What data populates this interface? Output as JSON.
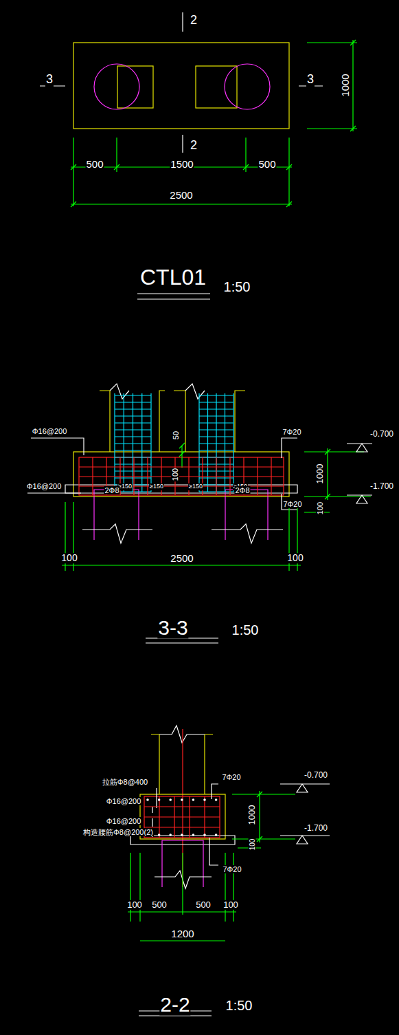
{
  "diagram": {
    "labels": [
      "2",
      "2",
      "3",
      "3",
      "1000",
      "500",
      "1500",
      "500",
      "2500",
      "CTL01",
      "1:50",
      "Φ16@200",
      "7Φ20",
      "50",
      "100",
      "Φ16@200",
      "≥150",
      "≥150",
      "≥150",
      "≥150",
      "2Φ8",
      "2Φ8",
      "7Φ20",
      "-0.700",
      "1000",
      "-1.700",
      "100",
      "100",
      "2500",
      "100",
      "3-3",
      "1:50",
      "拉筋Φ8@400",
      "7Φ20",
      "Φ16@200",
      "Φ16@200",
      "构造腰筋Φ8@200(2)",
      "-0.700",
      "1000",
      "-1.700",
      "100",
      "7Φ20",
      "100",
      "500",
      "500",
      "100",
      "1200",
      "2-2",
      "1:50"
    ]
  }
}
